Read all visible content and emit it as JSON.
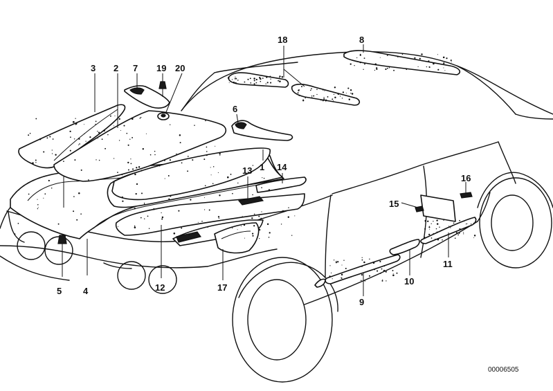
{
  "callouts": {
    "c1": "1",
    "c2": "2",
    "c3": "3",
    "c4": "4",
    "c5": "5",
    "c6": "6",
    "c7": "7",
    "c8": "8",
    "c9": "9",
    "c10": "10",
    "c11": "11",
    "c12": "12",
    "c13": "13",
    "c14": "14",
    "c15": "15",
    "c16": "16",
    "c17": "17",
    "c18": "18",
    "c19": "19",
    "c20": "20"
  },
  "document_number": "00006505"
}
